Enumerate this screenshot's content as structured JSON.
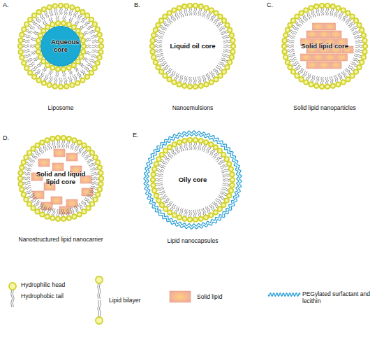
{
  "diagram": {
    "nodes": [
      {
        "text": [
          "A.",
          "Liposome"
        ]
      },
      {
        "text": [
          "Aqueous core"
        ],
        "in": 0
      },
      {
        "text": [
          "B.",
          "Liquid oil core",
          "Nanoemulsions"
        ]
      },
      {
        "text": [
          "C.",
          "Solid lipid core",
          "Solid lipid nanoparticles"
        ]
      },
      {
        "text": [
          "D.",
          "Solid and liquid lipid core",
          "Nanostructured lipid nanocarrier"
        ]
      },
      {
        "text": [
          "E.",
          "Oily core",
          "Lipid nanocapsules"
        ]
      }
    ],
    "legend": [
      {
        "text": "Hydrophilic head"
      },
      {
        "text": "Hydrophobic tail"
      },
      {
        "text": "Lipid bilayer"
      },
      {
        "text": "Solid lipid"
      },
      {
        "text": "PEGylated surfactant and lecithin"
      }
    ]
  }
}
